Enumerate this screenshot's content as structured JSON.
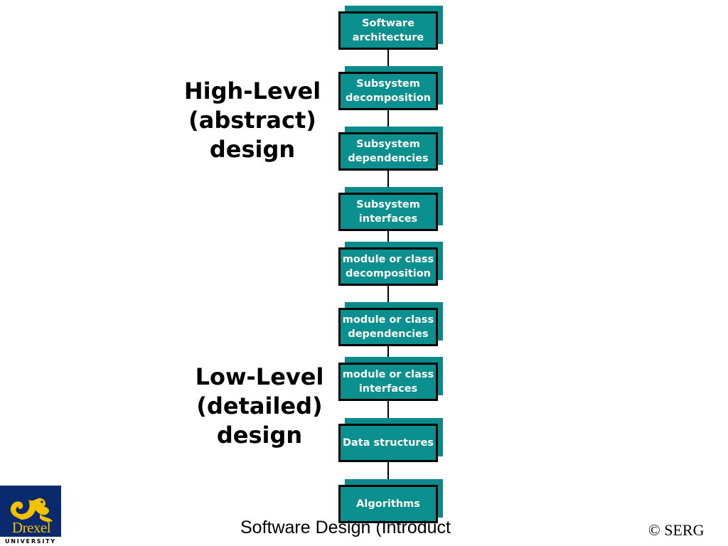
{
  "headings": {
    "high_level": "High-Level\n(abstract)\ndesign",
    "low_level": "Low-Level\n(detailed)\ndesign"
  },
  "flow_steps": [
    "Software\narchitecture",
    "Subsystem\ndecomposition",
    "Subsystem\ndependencies",
    "Subsystem\ninterfaces",
    "module or class\ndecomposition",
    "module or class\ndependencies",
    "module or class\ninterfaces",
    "Data structures",
    "Algorithms"
  ],
  "footer": {
    "title": "Software Design (Introduct",
    "copyright": "© SERG"
  },
  "logo": {
    "wordmark": "Drexel",
    "subtitle": "UNIVERSITY"
  },
  "colors": {
    "box_fill": "#0c8f8f",
    "box_text": "#ffffff",
    "logo_background": "#0b2a6e",
    "logo_gold": "#f2c200"
  }
}
